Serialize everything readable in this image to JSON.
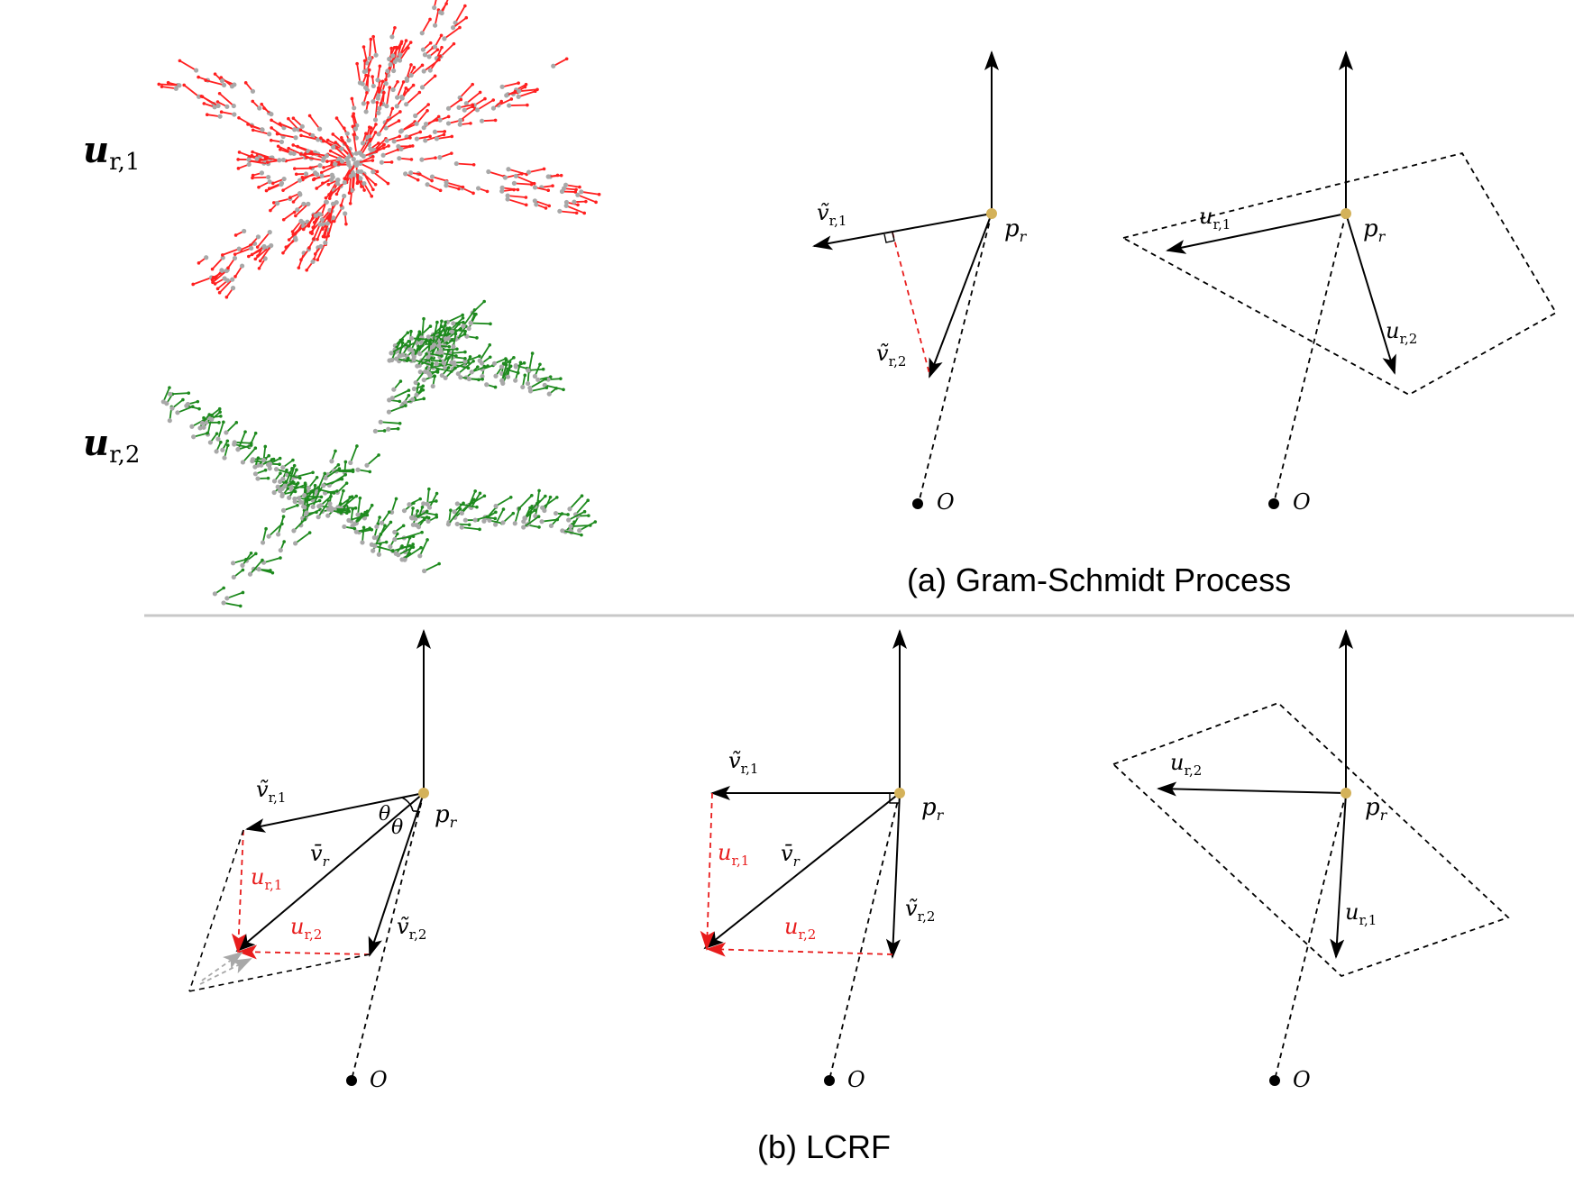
{
  "left_panel": {
    "row1_label_main": "u",
    "row1_label_sub": "r,1",
    "row2_label_main": "u",
    "row2_label_sub": "r,2",
    "row1_color": "#ff2020",
    "row2_color": "#1e8a1e",
    "point_color": "#a8a8a8"
  },
  "captions": {
    "a": "(a)  Gram-Schmidt Process",
    "b": "(b)  LCRF"
  },
  "labels": {
    "v1": "ṽ",
    "vbar": "v̄",
    "u": "u",
    "p": "p",
    "sub_r": "r",
    "sub_r1": "r,1",
    "sub_r2": "r,2",
    "origin": "O",
    "theta": "θ"
  },
  "colors": {
    "ink": "#000000",
    "accent": "#e81c1c",
    "point": "#d4b25a",
    "grey_arrow": "#a8a8a8",
    "divider": "#c8c8c8"
  }
}
